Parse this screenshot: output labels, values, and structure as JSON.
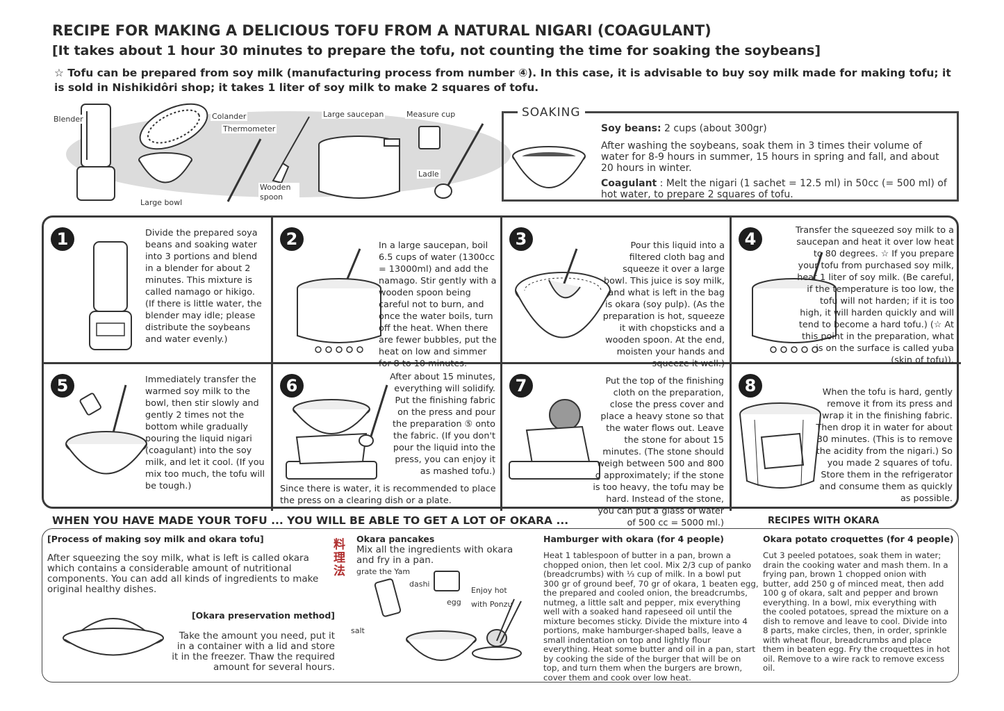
{
  "title": "RECIPE FOR MAKING A DELICIOUS TOFU FROM A NATURAL NIGARI (COAGULANT)",
  "subtitle": "[It takes about 1 hour 30 minutes to prepare the tofu, not counting the time for soaking the soybeans]",
  "note": "☆ Tofu can be prepared from soy milk (manufacturing process from number ④). In this case, it is advisable to buy soy milk made for making tofu; it is sold in Nishikidôri shop; it takes 1 liter of soy milk to make 2 squares of tofu.",
  "tools": {
    "blender": "Blender",
    "colander": "Colander",
    "thermometer": "Thermometer",
    "large_saucepan": "Large saucepan",
    "measure_cup": "Measure cup",
    "large_bowl": "Large bowl",
    "wooden_spoon": "Wooden spoon",
    "ladle": "Ladle"
  },
  "soaking": {
    "title": "SOAKING",
    "soy_label": "Soy beans:",
    "soy_value": " 2 cups (about 300gr)",
    "instructions": "After washing the soybeans, soak them in 3 times their volume of water for 8-9 hours in summer, 15 hours in spring and fall, and about 20 hours in winter.",
    "coag_label": "Coagulant",
    "coag_value": " : Melt the nigari (1 sachet = 12.5 ml) in 50cc (= 500 ml) of hot water, to prepare 2 squares of tofu."
  },
  "steps": [
    {
      "number": "1",
      "text": "Divide the prepared soya beans and soaking water into 3 portions and blend in a blender for about 2 minutes. This mixture is called namago or hikigo. (If there is little water, the blender may idle; please distribute the soybeans and water evenly.)"
    },
    {
      "number": "2",
      "text": "In a large saucepan, boil 6.5 cups of water (1300cc = 13000ml) and add the namago. Stir gently with a wooden spoon being careful not to burn, and once the water boils, turn off the heat. When there are fewer bubbles, put the heat on low and simmer for 8 to 10 minutes."
    },
    {
      "number": "3",
      "text": "Pour this liquid into a filtered cloth bag and squeeze it over a large bowl. This juice is soy milk, and what is left in the bag is okara (soy pulp). (As the preparation is hot, squeeze it with chopsticks and a wooden spoon. At the end, moisten your hands and squeeze it well.)"
    },
    {
      "number": "4",
      "text": "Transfer the squeezed soy milk to a saucepan and heat it over low heat to 80 degrees. ☆ If you prepare your tofu from purchased soy milk, heat 1 liter of soy milk. (Be careful, if the temperature is too low, the tofu will not harden; if it is too high, it will harden quickly and will tend to become a hard tofu.) (☆ At this point in the preparation, what is on the surface is called yuba (skin of tofu))."
    },
    {
      "number": "5",
      "text": "Immediately transfer the warmed soy milk to the bowl, then stir slowly and gently 2 times not the bottom while gradually pouring the liquid nigari (coagulant) into the soy milk, and let it cool. (If you mix too much, the tofu will be tough.)"
    },
    {
      "number": "6",
      "text": "After about 15 minutes, everything will solidify. Put the finishing fabric on the press and pour the preparation ⑤ onto the fabric. (If you don't pour the liquid into the press, you can enjoy it as mashed tofu.)",
      "footer": "Since there is water, it is recommended to place the press on a clearing dish or a plate."
    },
    {
      "number": "7",
      "text": "Put the top of the finishing cloth on the preparation, close the press cover and place a heavy stone so that the water flows out. Leave the stone for about 15 minutes. (The stone should weigh between 500 and 800 g approximately; if the stone is too heavy, the tofu may be hard. Instead of the stone, you can put a glass of water of 500 cc = 5000 ml.)"
    },
    {
      "number": "8",
      "text": "When the tofu is hard, gently remove it from its press and wrap it in the finishing fabric. Then drop it in water for about 30 minutes. (This is to remove the acidity from the nigari.) So you made 2 squares of tofu. Store them in the refrigerator and consume them as quickly as possible."
    }
  ],
  "okara": {
    "heading": "WHEN YOU HAVE MADE YOUR TOFU ... YOU WILL BE ABLE TO GET A LOT OF OKARA ...",
    "recipes_heading": "RECIPES WITH OKARA",
    "process_title": "[Process of making soy milk and okara tofu]",
    "process_text": "After squeezing the soy milk, what is left is called okara which contains a considerable amount of nutritional components. You can add all kinds of ingredients to make original healthy dishes.",
    "preservation_title": "[Okara preservation method]",
    "preservation_text": "Take the amount you need, put it in a container with a lid and store it in the freezer. Thaw the required amount for several hours.",
    "stamp": "料理法",
    "pancakes_title": "Okara pancakes",
    "pancakes_text": "Mix all the ingredients with okara and fry in a pan.",
    "grate": "grate the Yam",
    "dashi": "dashi",
    "egg": "egg",
    "salt": "salt",
    "enjoy": "Enjoy hot with Ponzu",
    "hamburger_title": "Hamburger with okara (for 4 people)",
    "hamburger_text": "Heat 1 tablespoon of butter in a pan, brown a chopped onion, then let cool. Mix 2/3 cup of panko (breadcrumbs) with ⅓ cup of milk. In a bowl put 300 gr of ground beef, 70 gr of okara, 1 beaten egg, the prepared and cooled onion, the breadcrumbs, nutmeg, a little salt and pepper, mix everything well with a soaked hand rapeseed oil until the mixture becomes sticky. Divide the mixture into 4 portions, make hamburger-shaped balls, leave a small indentation on top and lightly flour everything. Heat some butter and oil in a pan, start by cooking the side of the burger that will be on top, and turn them when the burgers are brown, cover them and cook over low heat.",
    "croquettes_title": "Okara potato croquettes (for 4 people)",
    "croquettes_text": "Cut 3 peeled potatoes, soak them in water; drain the cooking water and mash them. In a frying pan, brown 1 chopped onion with butter, add 250 g of minced meat, then add 100 g of okara, salt and pepper and brown everything. In a bowl, mix everything with the cooled potatoes, spread the mixture on a dish to remove and leave to cool. Divide into 8 parts, make circles, then, in order, sprinkle with wheat flour, breadcrumbs and place them in beaten egg. Fry the croquettes in hot oil. Remove to a wire rack to remove excess oil."
  }
}
